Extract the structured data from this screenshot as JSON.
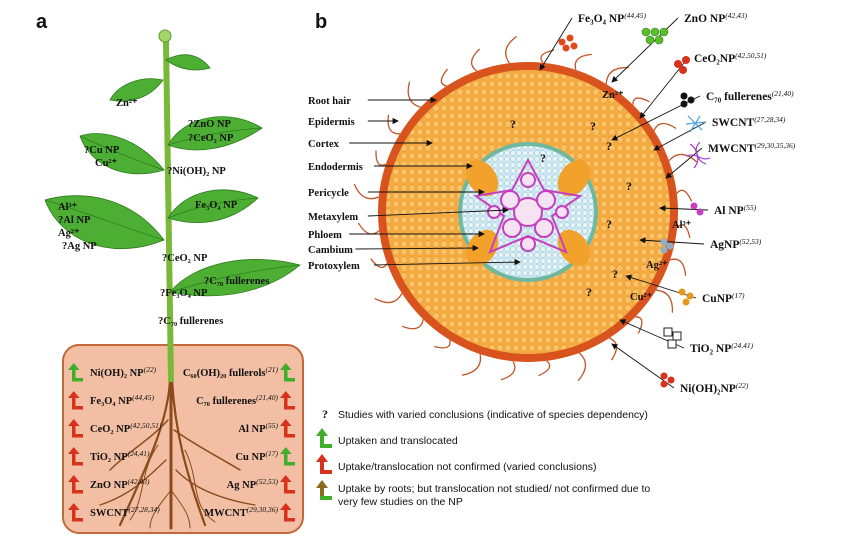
{
  "colors": {
    "leaf": "#4caf34",
    "stem": "#7ab83a",
    "root_box": "#f3bfa4",
    "root_box_border": "#c2683a",
    "root": "#8b4a1c",
    "epidermis": "#d9531e",
    "cortex": "#f6ad40",
    "endodermis": "#6fb8a0",
    "xylem": "#c63fbf",
    "phloem": "#f2a12b",
    "arrow_green": "#3fae2a",
    "arrow_red": "#d8311c"
  },
  "panel_a": {
    "letter": "a",
    "plant_labels": {
      "zn2": "Zn²⁺",
      "zno": "?ZnO NP",
      "ceo2_top": "?CeO₂ NP",
      "cu_np": "?Cu NP",
      "cu2": "Cu²⁺",
      "nioh2": "?Ni(OH)₂ NP",
      "al3": "Al³⁺",
      "al_np": "?Al NP",
      "ag_plus": "Ag²⁺",
      "ag_np": "?Ag NP",
      "fe3o4_leaf": "Fe₃O₄ NP",
      "ceo2_mid": "?CeO₂ NP",
      "c70_leaf": "?C₇₀ fullerenes",
      "fe3o4_stem": "?Fe₃O₄ NP",
      "c70_stem": "?C₇₀ fullerenes"
    },
    "root_box": {
      "left": [
        {
          "text": "Ni(OH)₂ NP",
          "ref": "(22)",
          "arrow": "green"
        },
        {
          "text": "Fe₃O₄ NP",
          "ref": "(44,45)",
          "arrow": "red"
        },
        {
          "text": "CeO₂ NP",
          "ref": "(42,50,51)",
          "arrow": "red"
        },
        {
          "text": "TiO₂ NP",
          "ref": "(24,41)",
          "arrow": "red"
        },
        {
          "text": "ZnO NP",
          "ref": "(42,43)",
          "arrow": "red"
        },
        {
          "text": "SWCNT",
          "ref": "(27,28,34)",
          "arrow": "red"
        }
      ],
      "right": [
        {
          "text": "C₆₀(OH)₂₀ fullerols",
          "ref": "(21)",
          "arrow": "green"
        },
        {
          "text": "C₇₀ fullerenes",
          "ref": "(21,40)",
          "arrow": "red"
        },
        {
          "text": "Al NP",
          "ref": "(55)",
          "arrow": "red"
        },
        {
          "text": "Cu NP",
          "ref": "(17)",
          "arrow": "green"
        },
        {
          "text": "Ag NP",
          "ref": "(52,53)",
          "arrow": "red"
        },
        {
          "text": "MWCNT",
          "ref": "(29,30,36)",
          "arrow": "red"
        }
      ]
    }
  },
  "panel_b": {
    "letter": "b",
    "tissue_labels": [
      "Root hair",
      "Epidermis",
      "Cortex",
      "Endodermis",
      "Pericycle",
      "Metaxylem",
      "Phloem",
      "Cambium",
      "Protoxylem"
    ],
    "np_labels": [
      {
        "text": "Fe₃O₄ NP",
        "ref": "(44,45)"
      },
      {
        "text": "ZnO NP",
        "ref": "(42,43)"
      },
      {
        "text": "CeO₂NP",
        "ref": "(42,50,51)"
      },
      {
        "text": "C₇₀ fullerenes",
        "ref": "(21,40)"
      },
      {
        "text": "SWCNT",
        "ref": "(27,28,34)"
      },
      {
        "text": "MWCNT",
        "ref": "(29,30,35,36)"
      },
      {
        "text": "Al NP",
        "ref": "(55)"
      },
      {
        "text": "AgNP",
        "ref": "(52,53)"
      },
      {
        "text": "CuNP",
        "ref": "(17)"
      },
      {
        "text": "TiO₂ NP",
        "ref": "(24,41)"
      },
      {
        "text": "Ni(OH)₂NP",
        "ref": "(22)"
      }
    ],
    "ion_labels": {
      "zn": "Zn²⁺",
      "al": "Al³⁺",
      "ag": "Ag²⁺",
      "cu": "Cu²⁺"
    }
  },
  "legend": {
    "q_mark": "?",
    "q_text": "Studies with varied conclusions (indicative of species dependency)",
    "green_text": "Uptaken and translocated",
    "red_text": "Uptake/translocation not confirmed (varied conclusions)",
    "mixed_text_1": "Uptake by roots; but translocation not studied/ not confirmed due to",
    "mixed_text_2": "very few studies on the NP"
  }
}
